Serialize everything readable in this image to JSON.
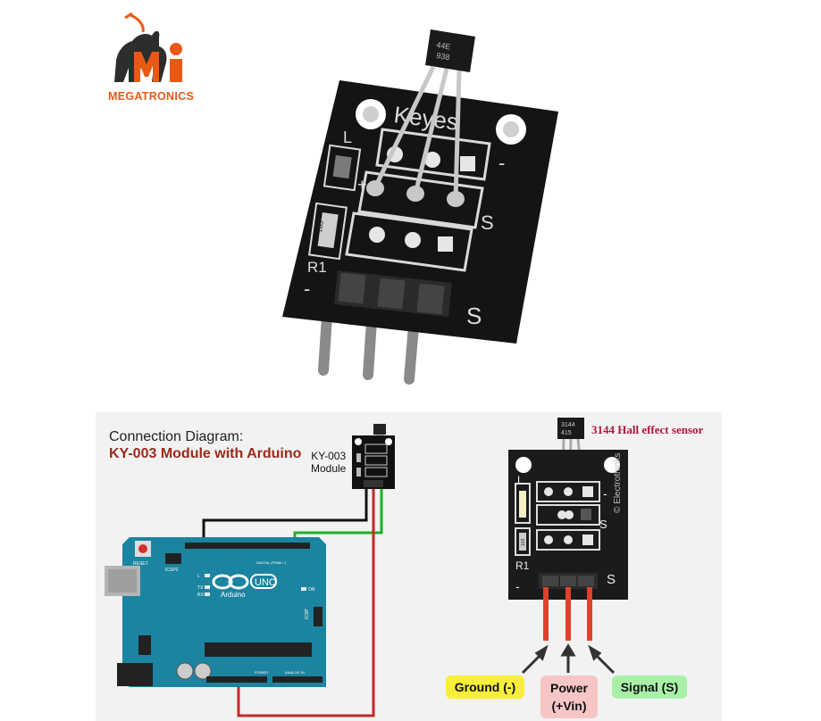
{
  "logo": {
    "name": "MEGATRONICS",
    "monogram": "Mi",
    "brand_color": "#e85a14"
  },
  "top_photo": {
    "sensor_marking_line1": "44E",
    "sensor_marking_line2": "938",
    "board_brand": "Keyes",
    "label_L": "L",
    "label_plus": "+",
    "label_minus": "-",
    "label_S_upper": "S",
    "label_S_lower": "S",
    "label_R1": "R1",
    "resistor_code": "103"
  },
  "connection_diagram": {
    "title_line1": "Connection Diagram:",
    "title_line2": "KY-003 Module with Arduino",
    "module_label_line1": "KY-003",
    "module_label_line2": "Module",
    "arduino_logo_text": "UNO",
    "arduino_brand": "Arduino",
    "reset_label": "RESET",
    "icsp2_label": "ICSP2",
    "icsp_label": "ICSP",
    "digital_label": "DIGITAL (PWM=~)",
    "power_label": "POWER",
    "analog_label": "ANALOG IN",
    "on_label": "ON",
    "tx_label": "TX",
    "rx_label": "RX",
    "l_label": "L",
    "wire_colors": {
      "ground": "#111111",
      "signal": "#1fae2a",
      "power": "#c62828"
    }
  },
  "module_diagram": {
    "sensor_title": "3144 Hall effect sensor",
    "sensor_marking_line1": "3144",
    "sensor_marking_line2": "415",
    "watermark": "© Electrothinks",
    "label_L": "L",
    "label_minus": "-",
    "label_S_upper": "S",
    "label_S_lower": "S",
    "label_R1": "R1",
    "label_minus_lower": "-",
    "resistor_code": "103",
    "pins": {
      "ground": "Ground (-)",
      "power_line1": "Power",
      "power_line2": "(+Vin)",
      "signal": "Signal (S)"
    }
  }
}
